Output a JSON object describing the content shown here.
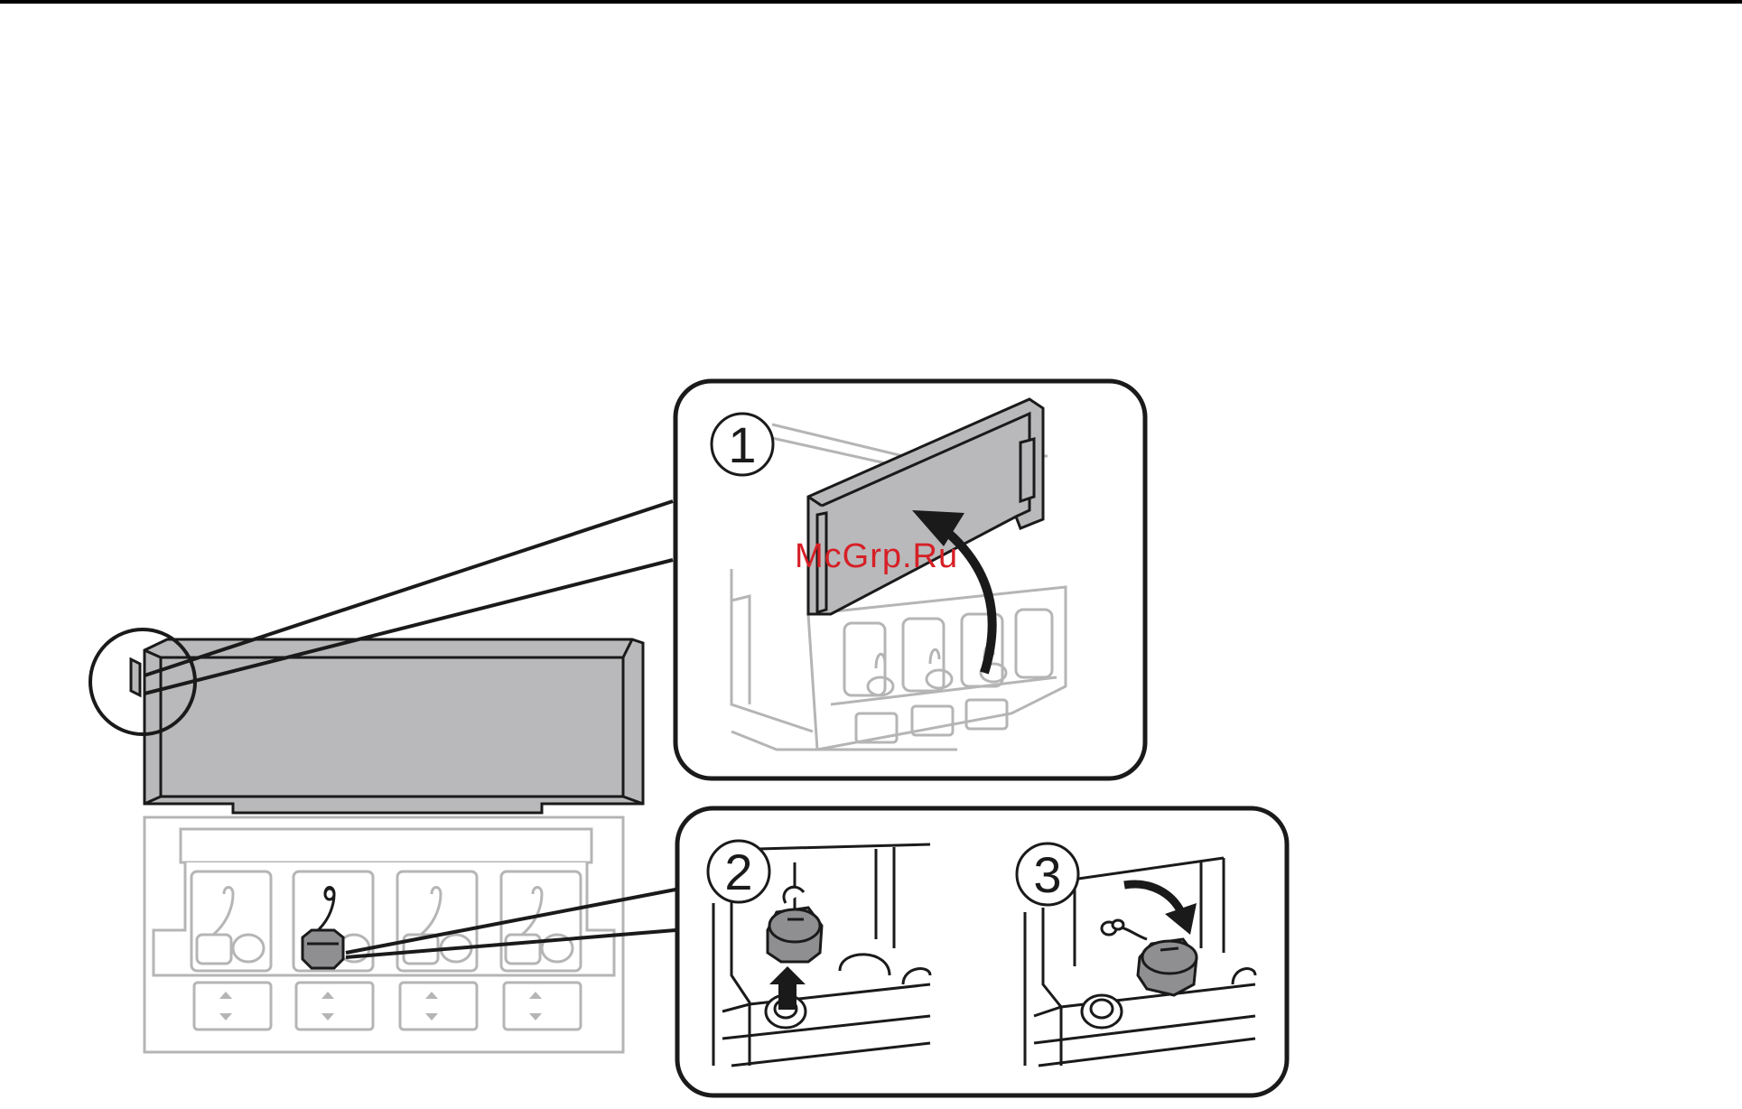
{
  "figure": {
    "steps": [
      {
        "number": "1",
        "action": "open-tank-unit-cover"
      },
      {
        "number": "2",
        "action": "remove-tank-cap"
      },
      {
        "number": "3",
        "action": "place-cap-aside"
      }
    ],
    "watermark": "McGrp.Ru",
    "colors": {
      "line": "#1a1a1a",
      "cover_fill": "#b9b9bb",
      "faded_line": "#b5b5b5",
      "cap_fill": "#8f8f91",
      "watermark": "#d61f26",
      "panel_bg": "#ffffff"
    }
  }
}
